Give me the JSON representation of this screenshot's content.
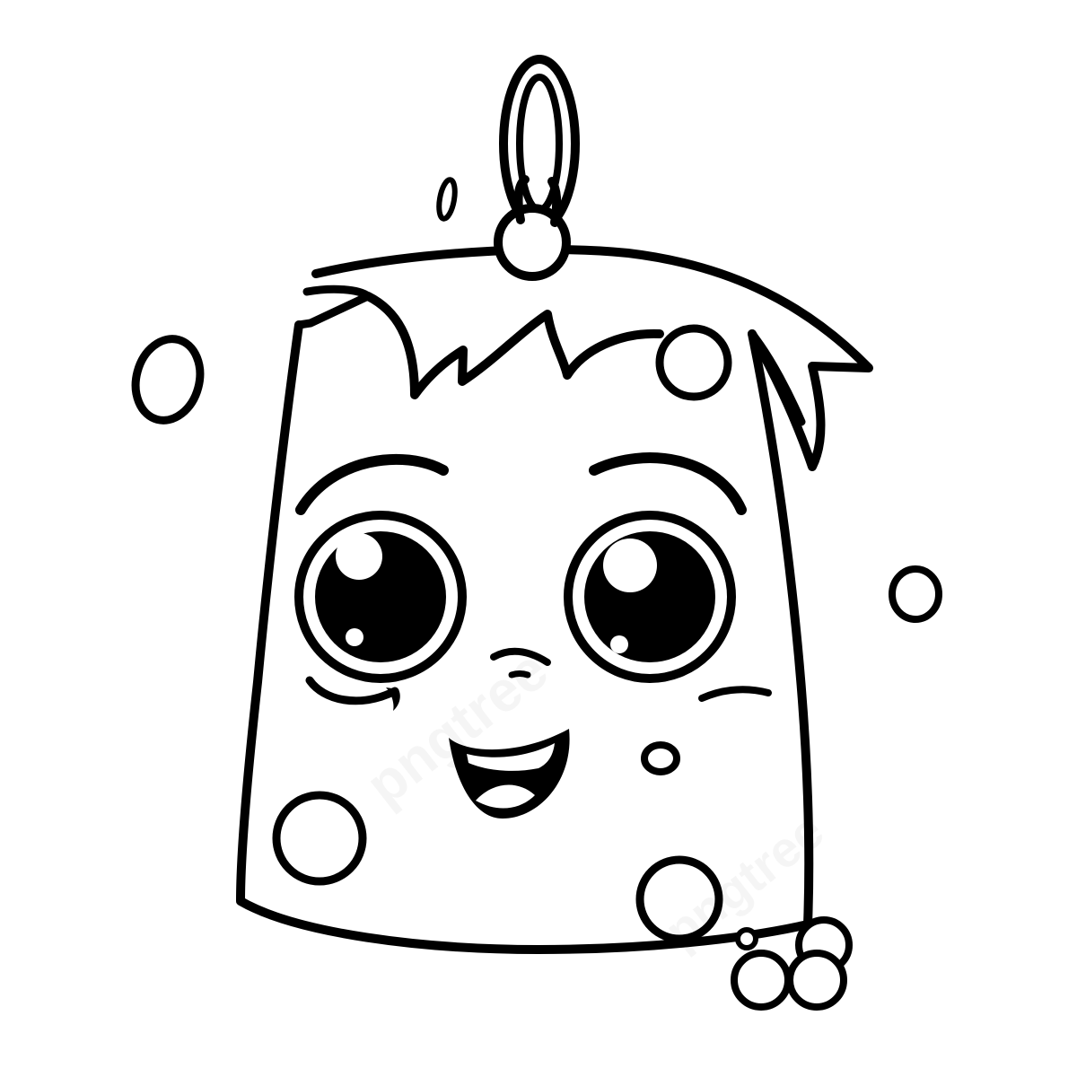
{
  "illustration": {
    "subject": "smiling-sponge-character-coloring-page",
    "style": "black-outline-line-art",
    "colors": {
      "ink": "#000000",
      "background": "#ffffff"
    }
  },
  "watermark": {
    "text": "pngtree"
  }
}
